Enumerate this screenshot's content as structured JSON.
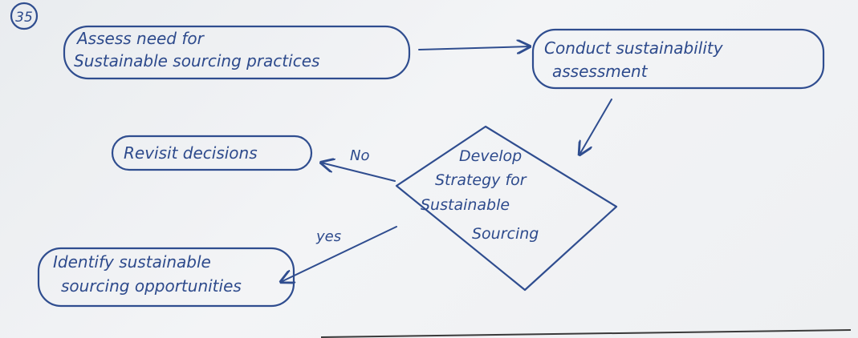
{
  "question_number": "35",
  "nodes": {
    "assess": {
      "line1": "Assess need for",
      "line2": "Sustainable sourcing practices"
    },
    "conduct": {
      "line1": "Conduct sustainability",
      "line2": "assessment"
    },
    "develop": {
      "line1": "Develop",
      "line2": "Strategy for",
      "line3": "Sustainable",
      "line4": "Sourcing"
    },
    "revisit": {
      "line1": "Revisit decisions"
    },
    "identify": {
      "line1": "Identify sustainable",
      "line2": "sourcing opportunities"
    }
  },
  "edges": {
    "no_label": "No",
    "yes_label": "yes"
  },
  "colors": {
    "ink": "#2f4d8f",
    "paper": "#eef0f2"
  }
}
